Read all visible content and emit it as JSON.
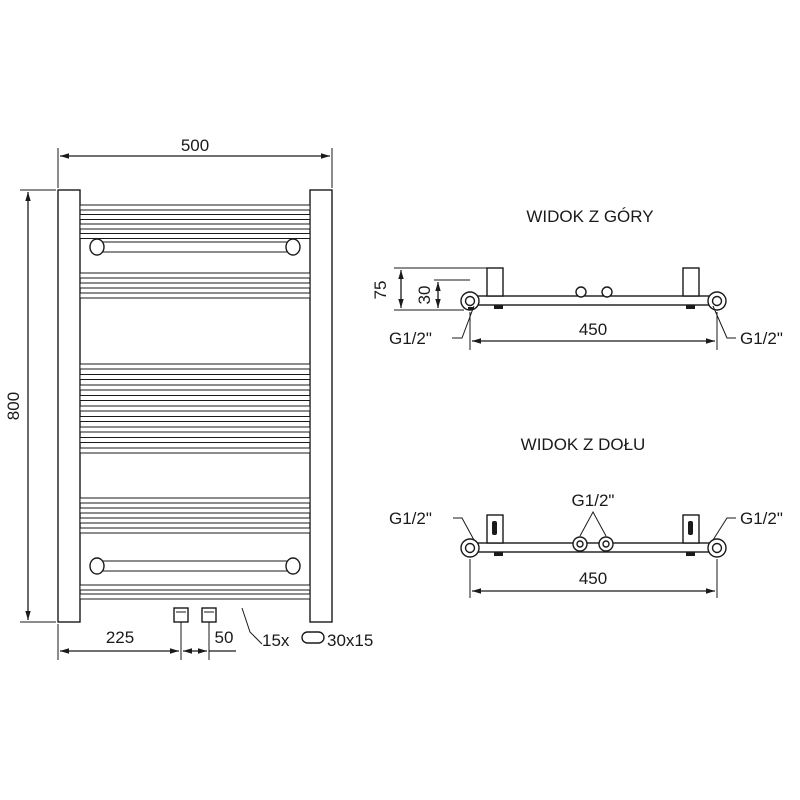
{
  "front_view": {
    "dim_width": "500",
    "dim_height": "800",
    "dim_left_offset": "225",
    "dim_spacing": "50",
    "dim_profile": "15x",
    "dim_profile_2": "30x15"
  },
  "top_view": {
    "title": "WIDOK Z GÓRY",
    "dim_depth": "75",
    "dim_inner": "30",
    "dim_axis": "450",
    "conn_left": "G1/2\"",
    "conn_right": "G1/2\""
  },
  "bottom_view": {
    "title": "WIDOK Z DOŁU",
    "dim_axis": "450",
    "conn_left": "G1/2\"",
    "conn_center": "G1/2\"",
    "conn_right": "G1/2\""
  }
}
